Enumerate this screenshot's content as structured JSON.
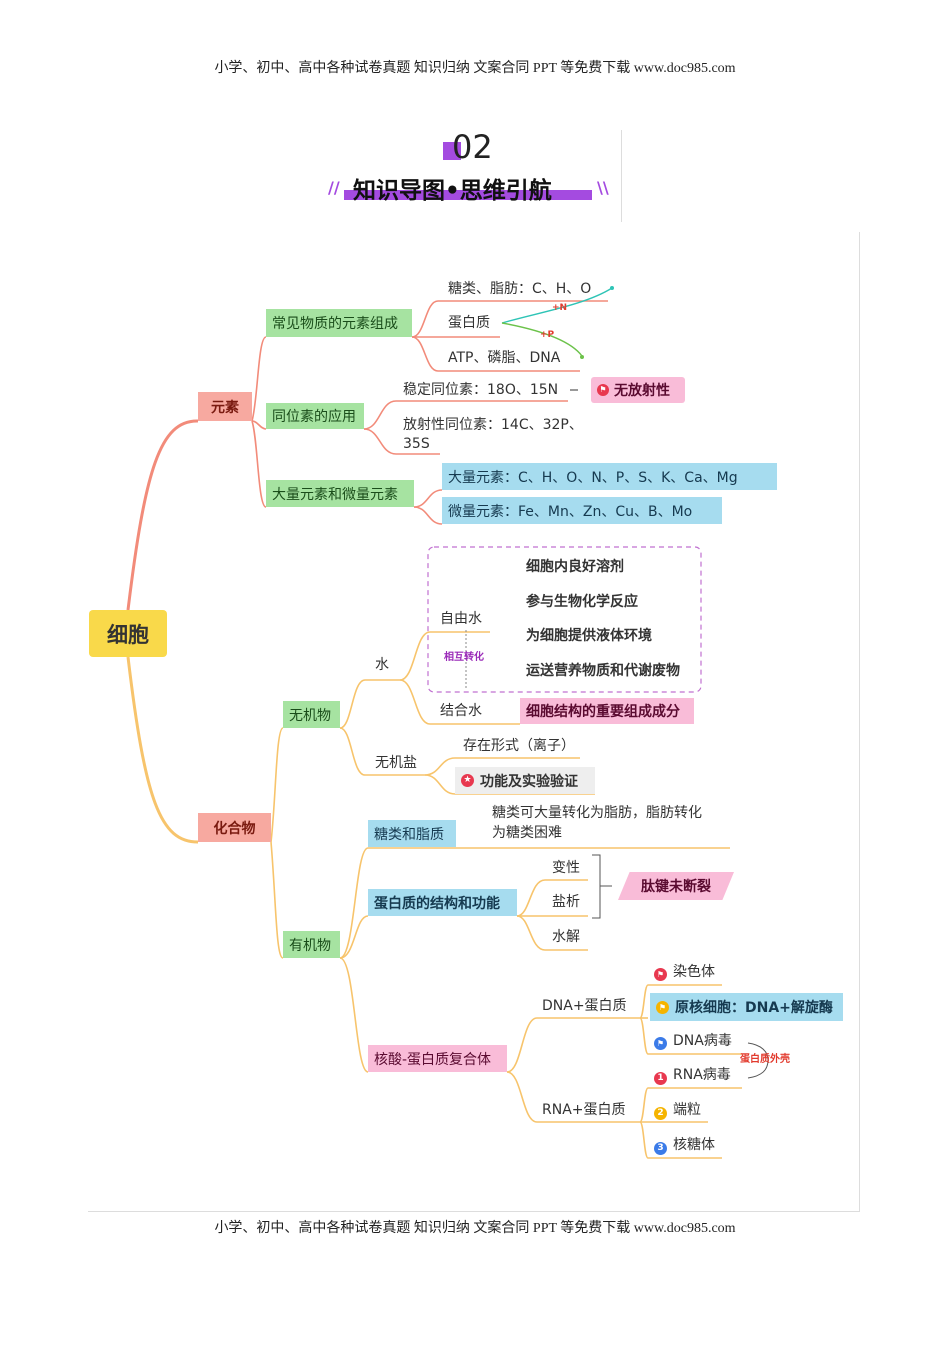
{
  "header_text": "小学、初中、高中各种试卷真题 知识归纳 文案合同 PPT 等免费下载   www.doc985.com",
  "footer_text": "小学、初中、高中各种试卷真题 知识归纳 文案合同 PPT 等免费下载   www.doc985.com",
  "section": {
    "number": "02",
    "title": "知识导图•思维引航"
  },
  "root": "细胞",
  "yuansu": {
    "label": "元素",
    "common": {
      "label": "常见物质的元素组成",
      "sugar_fat": "糖类、脂肪：C、H、O",
      "protein": "蛋白质",
      "atp": "ATP、磷脂、DNA",
      "plus_n": "+N",
      "plus_p": "+P"
    },
    "isotope": {
      "label": "同位素的应用",
      "stable": "稳定同位素：18O、15N",
      "no_radiation": "无放射性",
      "radio_line1": "放射性同位素：14C、32P、",
      "radio_line2": "35S"
    },
    "macro_micro": {
      "label": "大量元素和微量元素",
      "macro": "大量元素：C、H、O、N、P、S、K、Ca、Mg",
      "micro": "微量元素：Fe、Mn、Zn、Cu、B、Mo"
    }
  },
  "huahewu": {
    "label": "化合物",
    "inorganic": {
      "label": "无机物",
      "water": "水",
      "free_water": "自由水",
      "convert": "相互转化",
      "free_funcs": [
        "细胞内良好溶剂",
        "参与生物化学反应",
        "为细胞提供液体环境",
        "运送营养物质和代谢废物"
      ],
      "bound_water": "结合水",
      "bound_func": "细胞结构的重要组成成分",
      "salt": "无机盐",
      "salt_form": "存在形式（离子）",
      "salt_func": "功能及实验验证"
    },
    "organic": {
      "label": "有机物",
      "sugar_lipid": "糖类和脂质",
      "sugar_note1": "糖类可大量转化为脂肪，脂肪转化",
      "sugar_note2": "为糖类困难",
      "protein": "蛋白质的结构和功能",
      "denature": "变性",
      "salting": "盐析",
      "hydrolysis": "水解",
      "peptide": "肽键未断裂",
      "complex": "核酸-蛋白质复合体",
      "dna_protein": "DNA+蛋白质",
      "chromosome": "染色体",
      "prokaryote": "原核细胞：DNA+解旋酶",
      "dna_virus": "DNA病毒",
      "protein_shell": "蛋白质外壳",
      "rna_virus": "RNA病毒",
      "rna_protein": "RNA+蛋白质",
      "telomere": "端粒",
      "ribosome": "核糖体",
      "badge1": "1",
      "badge2": "2",
      "badge3": "3"
    }
  },
  "colors": {
    "root": "#f9d94a",
    "green": "#a6e3a1",
    "red": "#f7a9a0",
    "blue": "#a6dcef",
    "pink": "#f9bcd8",
    "branch_orange": "#f7c46c",
    "branch_red": "#f28b7a"
  }
}
